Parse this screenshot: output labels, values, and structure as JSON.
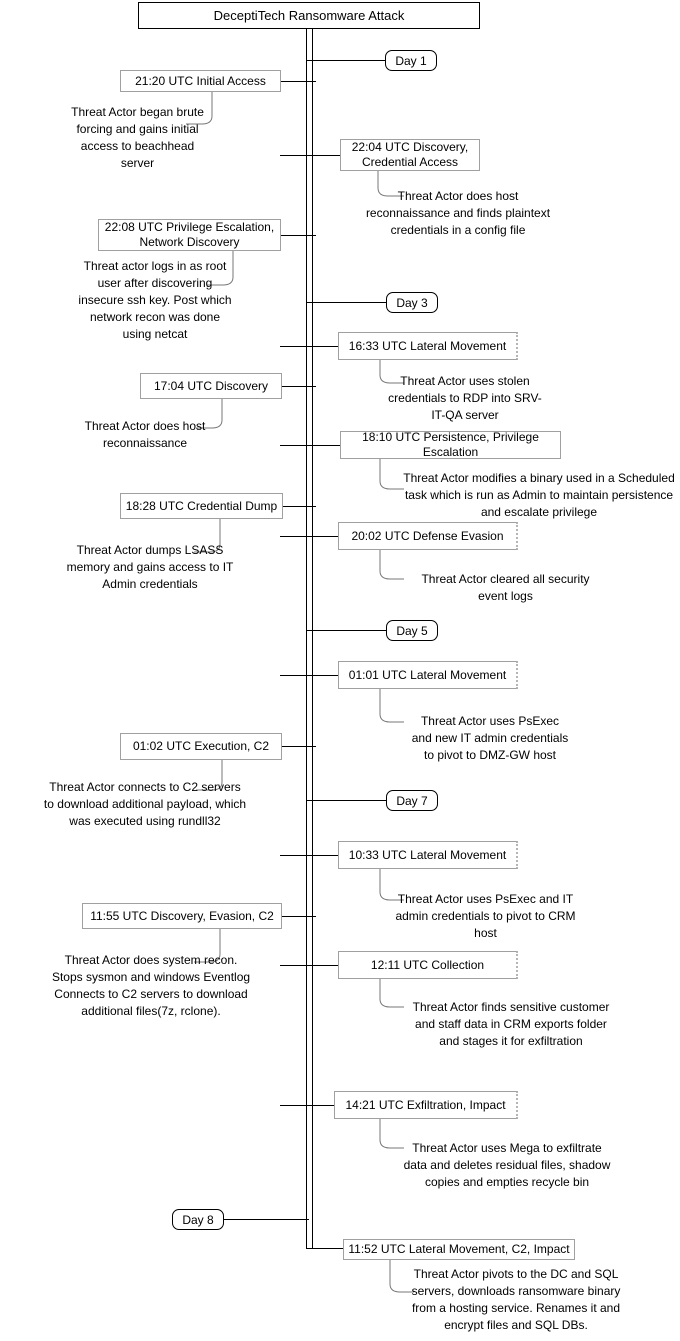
{
  "title": "DeceptiTech Ransomware Attack",
  "days": [
    {
      "label": "Day 1"
    },
    {
      "label": "Day 3"
    },
    {
      "label": "Day 5"
    },
    {
      "label": "Day 7"
    },
    {
      "label": "Day 8"
    }
  ],
  "events": [
    {
      "label": "21:20 UTC Initial Access",
      "desc": [
        "Threat Actor began brute",
        "forcing and gains initial",
        "access to beachhead",
        "server"
      ]
    },
    {
      "label": [
        "22:04 UTC Discovery,",
        "Credential Access"
      ],
      "desc": [
        "Threat Actor does host",
        "reconnaissance and finds plaintext",
        "credentials in a config file"
      ]
    },
    {
      "label": [
        "22:08 UTC Privilege Escalation,",
        "Network Discovery"
      ],
      "desc": [
        "Threat actor logs in as root",
        "user after discovering",
        "insecure ssh key. Post which",
        "network recon was done",
        "using netcat"
      ]
    },
    {
      "label": "16:33 UTC Lateral Movement",
      "desc": [
        "Threat Actor uses stolen",
        "credentials to RDP into SRV-",
        "IT-QA server"
      ]
    },
    {
      "label": "17:04 UTC Discovery",
      "desc": [
        "Threat Actor does host",
        "reconnaissance"
      ]
    },
    {
      "label": [
        "18:10 UTC Persistence, Privilege",
        "Escalation"
      ],
      "desc": [
        "Threat Actor modifies a binary used in a Scheduled",
        "task which is run as Admin to maintain persistence",
        "and escalate privilege"
      ]
    },
    {
      "label": "18:28 UTC Credential Dump",
      "desc": [
        "Threat Actor dumps LSASS",
        "memory and gains access to IT",
        "Admin credentials"
      ]
    },
    {
      "label": "20:02 UTC Defense Evasion",
      "desc": [
        "Threat Actor cleared all security",
        "event logs"
      ]
    },
    {
      "label": "01:01 UTC Lateral Movement",
      "desc": [
        "Threat Actor uses PsExec",
        "and new IT admin credentials",
        "to pivot to DMZ-GW host"
      ]
    },
    {
      "label": "01:02 UTC Execution, C2",
      "desc": [
        "Threat Actor connects to C2 servers",
        "to download additional payload, which",
        "was executed using rundll32"
      ]
    },
    {
      "label": "10:33 UTC Lateral Movement",
      "desc": [
        "Threat Actor uses PsExec and IT",
        "admin credentials to pivot to CRM",
        "host"
      ]
    },
    {
      "label": "11:55 UTC Discovery, Evasion, C2",
      "desc": [
        "Threat Actor does system recon.",
        "Stops sysmon and windows Eventlog",
        "Connects to C2 servers to download",
        "additional files(7z, rclone)."
      ]
    },
    {
      "label": "12:11 UTC Collection",
      "desc": [
        "Threat Actor finds sensitive customer",
        "and staff data in CRM exports folder",
        "and stages it for exfiltration"
      ]
    },
    {
      "label": "14:21 UTC Exfiltration, Impact",
      "desc": [
        "Threat Actor uses Mega to exfiltrate",
        "data and deletes residual files, shadow",
        "copies and empties recycle bin"
      ]
    },
    {
      "label": "11:52 UTC Lateral Movement, C2, Impact",
      "desc": [
        "Threat Actor pivots to the DC and SQL",
        "servers, downloads ransomware binary",
        "from a hosting service. Renames it and",
        "encrypt files and SQL DBs."
      ]
    }
  ],
  "colors": {
    "event_border": "#a0a0a0",
    "day_border": "#000000",
    "spine": "#000000",
    "elbow": "#777777"
  }
}
